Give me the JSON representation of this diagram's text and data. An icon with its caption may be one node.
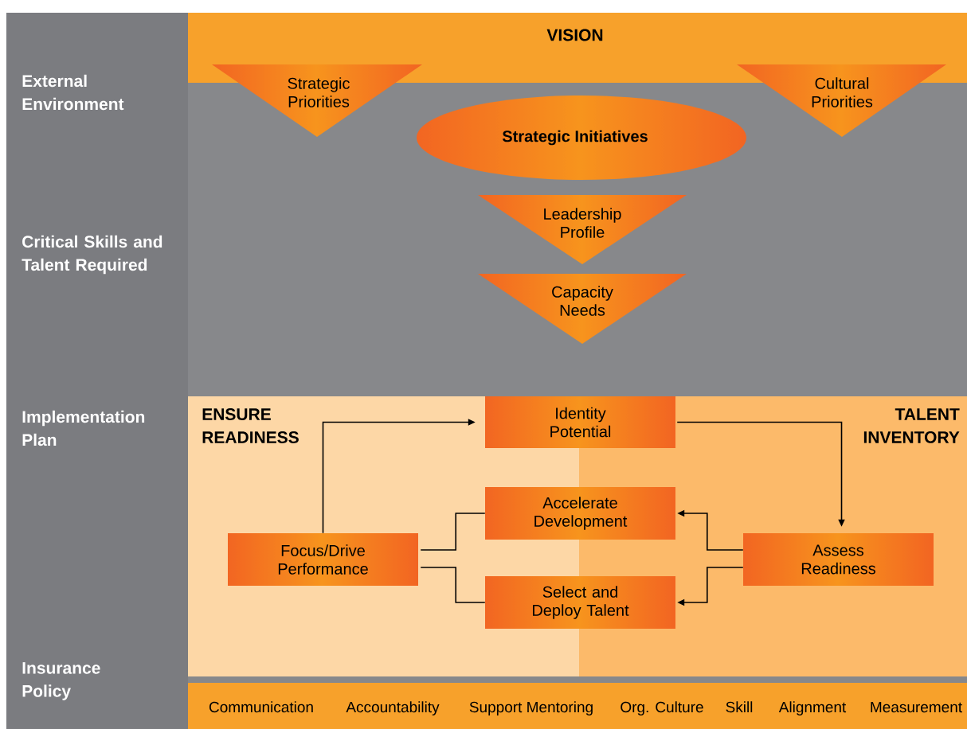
{
  "diagram": {
    "nodes": [
      {
        "text": [
          "VISION"
        ]
      },
      {
        "text": [
          "Strategic Priorities"
        ]
      },
      {
        "text": [
          "Cultural Priorities"
        ]
      },
      {
        "text": [
          "Strategic Initiatives"
        ]
      },
      {
        "text": [
          "Leadership Profile"
        ]
      },
      {
        "text": [
          "Capacity Needs"
        ]
      },
      {
        "text": [
          "Identity Potential"
        ]
      },
      {
        "text": [
          "Accelerate Development"
        ]
      },
      {
        "text": [
          "Focus/Drive Performance"
        ]
      },
      {
        "text": [
          "Assess Readiness"
        ]
      },
      {
        "text": [
          "Select and Deploy Talent"
        ]
      }
    ],
    "edges": [
      {
        "from": 8,
        "to": 6,
        "arrow": "to"
      },
      {
        "from": 6,
        "to": 9,
        "arrow": "to"
      },
      {
        "from": 8,
        "to": 7,
        "arrow": "none"
      },
      {
        "from": 8,
        "to": 10,
        "arrow": "none"
      },
      {
        "from": 9,
        "to": 7,
        "arrow": "to"
      },
      {
        "from": 9,
        "to": 10,
        "arrow": "to"
      }
    ],
    "labels": [
      "External Environment",
      "Critical Skills and Talent Required",
      "Implementation Plan",
      "ENSURE READINESS",
      "TALENT INVENTORY",
      "Insurance Policy",
      "Communication",
      "Accountability",
      "Support Mentoring",
      "Org. Culture",
      "Skill",
      "Alignment",
      "Measurement"
    ]
  }
}
